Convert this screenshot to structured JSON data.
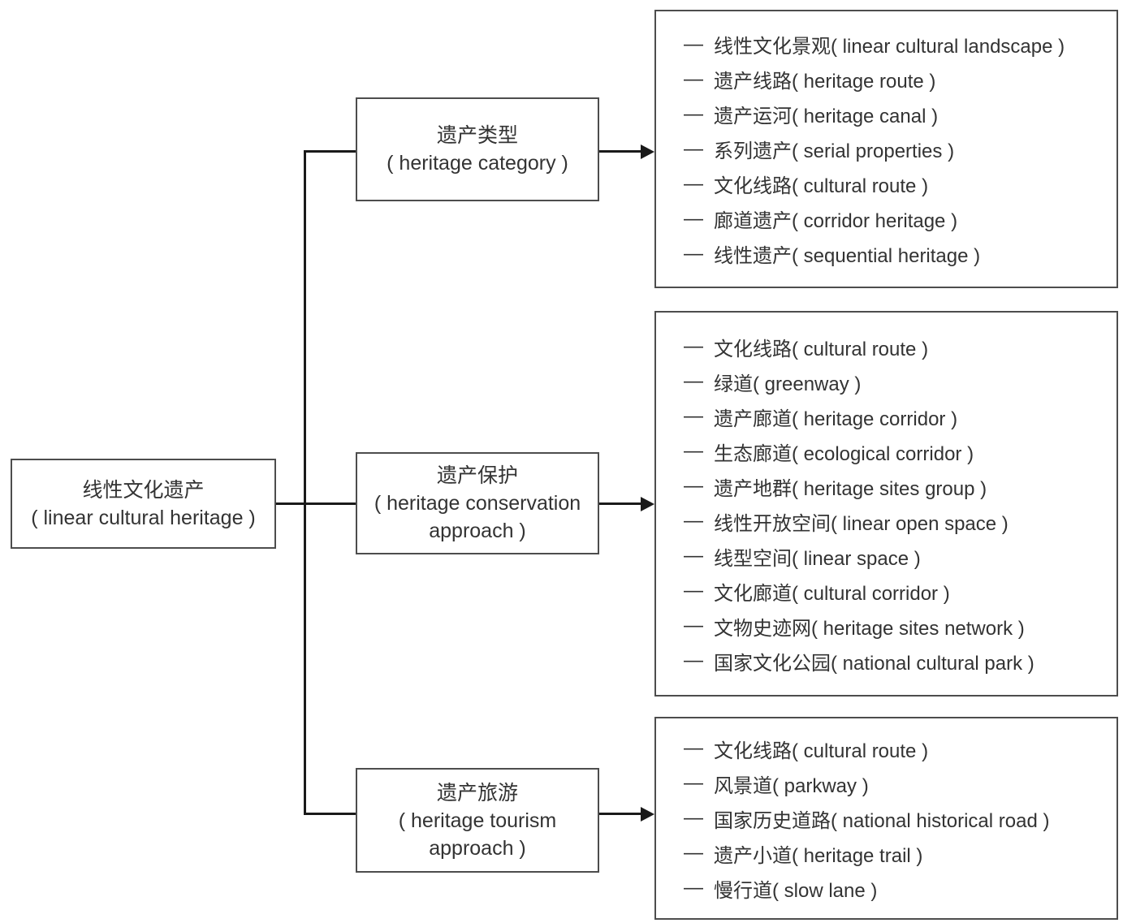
{
  "bullet": "—",
  "colors": {
    "box_border": "#4d4d4d",
    "connector": "#1a1a1a",
    "text": "#333333",
    "background": "#ffffff"
  },
  "root": {
    "line1": "线性文化遗产",
    "line2": "( linear cultural heritage )"
  },
  "branches": [
    {
      "category_line1": "遗产类型",
      "category_line2": "( heritage category )",
      "category_line3": "",
      "items": [
        "线性文化景观( linear cultural landscape )",
        "遗产线路( heritage route )",
        "遗产运河( heritage canal )",
        "系列遗产( serial properties )",
        "文化线路( cultural route )",
        "廊道遗产( corridor heritage )",
        "线性遗产( sequential heritage )"
      ]
    },
    {
      "category_line1": "遗产保护",
      "category_line2": "( heritage conservation",
      "category_line3": "approach )",
      "items": [
        "文化线路( cultural route )",
        "绿道( greenway )",
        "遗产廊道( heritage corridor )",
        "生态廊道( ecological corridor )",
        "遗产地群( heritage sites group )",
        "线性开放空间( linear open space )",
        "线型空间( linear space )",
        "文化廊道( cultural corridor )",
        "文物史迹网( heritage sites network )",
        "国家文化公园( national cultural park )"
      ]
    },
    {
      "category_line1": "遗产旅游",
      "category_line2": "( heritage tourism",
      "category_line3": "approach )",
      "items": [
        "文化线路( cultural route )",
        "风景道( parkway )",
        "国家历史道路( national historical road )",
        "遗产小道( heritage trail )",
        "慢行道( slow lane )"
      ]
    }
  ]
}
